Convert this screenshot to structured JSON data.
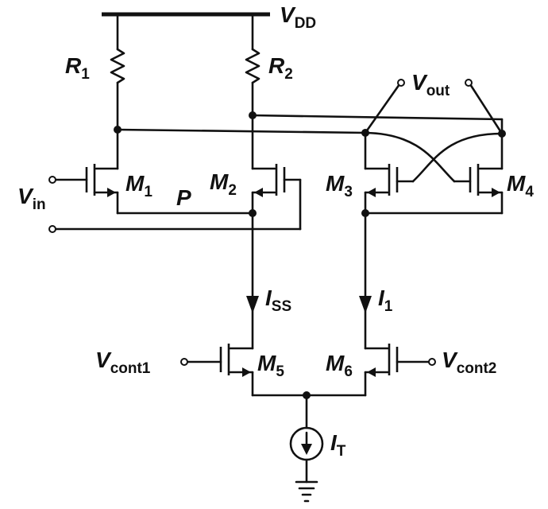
{
  "labels": {
    "vdd": {
      "main": "V",
      "sub": "DD"
    },
    "r1": {
      "main": "R",
      "sub": "1"
    },
    "r2": {
      "main": "R",
      "sub": "2"
    },
    "vout": {
      "main": "V",
      "sub": "out"
    },
    "m1": {
      "main": "M",
      "sub": "1"
    },
    "m2": {
      "main": "M",
      "sub": "2"
    },
    "m3": {
      "main": "M",
      "sub": "3"
    },
    "m4": {
      "main": "M",
      "sub": "4"
    },
    "m5": {
      "main": "M",
      "sub": "5"
    },
    "m6": {
      "main": "M",
      "sub": "6"
    },
    "p": {
      "main": "P"
    },
    "vin": {
      "main": "V",
      "sub": "in"
    },
    "iss": {
      "main": "I",
      "sub": "SS"
    },
    "i1": {
      "main": "I",
      "sub": "1"
    },
    "vcont1": {
      "main": "V",
      "sub": "cont1"
    },
    "vcont2": {
      "main": "V",
      "sub": "cont2"
    },
    "it": {
      "main": "I",
      "sub": "T"
    }
  }
}
